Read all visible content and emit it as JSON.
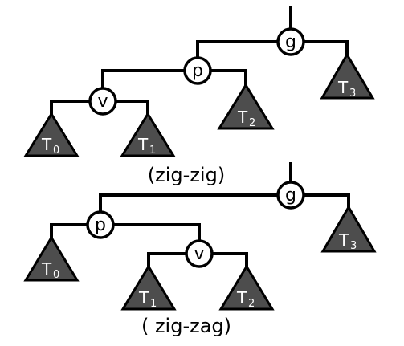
{
  "colors": {
    "subtree_fill": "#4d4d4d",
    "node_fill": "#ffffff",
    "stroke": "#000000"
  },
  "zig_zig": {
    "caption": "(zig-zig)",
    "nodes": {
      "g": "g",
      "p": "p",
      "v": "v"
    },
    "subtrees": [
      {
        "letter": "T",
        "sub": "0"
      },
      {
        "letter": "T",
        "sub": "1"
      },
      {
        "letter": "T",
        "sub": "2"
      },
      {
        "letter": "T",
        "sub": "3"
      }
    ]
  },
  "zig_zag": {
    "caption": "( zig-zag)",
    "nodes": {
      "g": "g",
      "p": "p",
      "v": "v"
    },
    "subtrees": [
      {
        "letter": "T",
        "sub": "0"
      },
      {
        "letter": "T",
        "sub": "1"
      },
      {
        "letter": "T",
        "sub": "2"
      },
      {
        "letter": "T",
        "sub": "3"
      }
    ]
  }
}
